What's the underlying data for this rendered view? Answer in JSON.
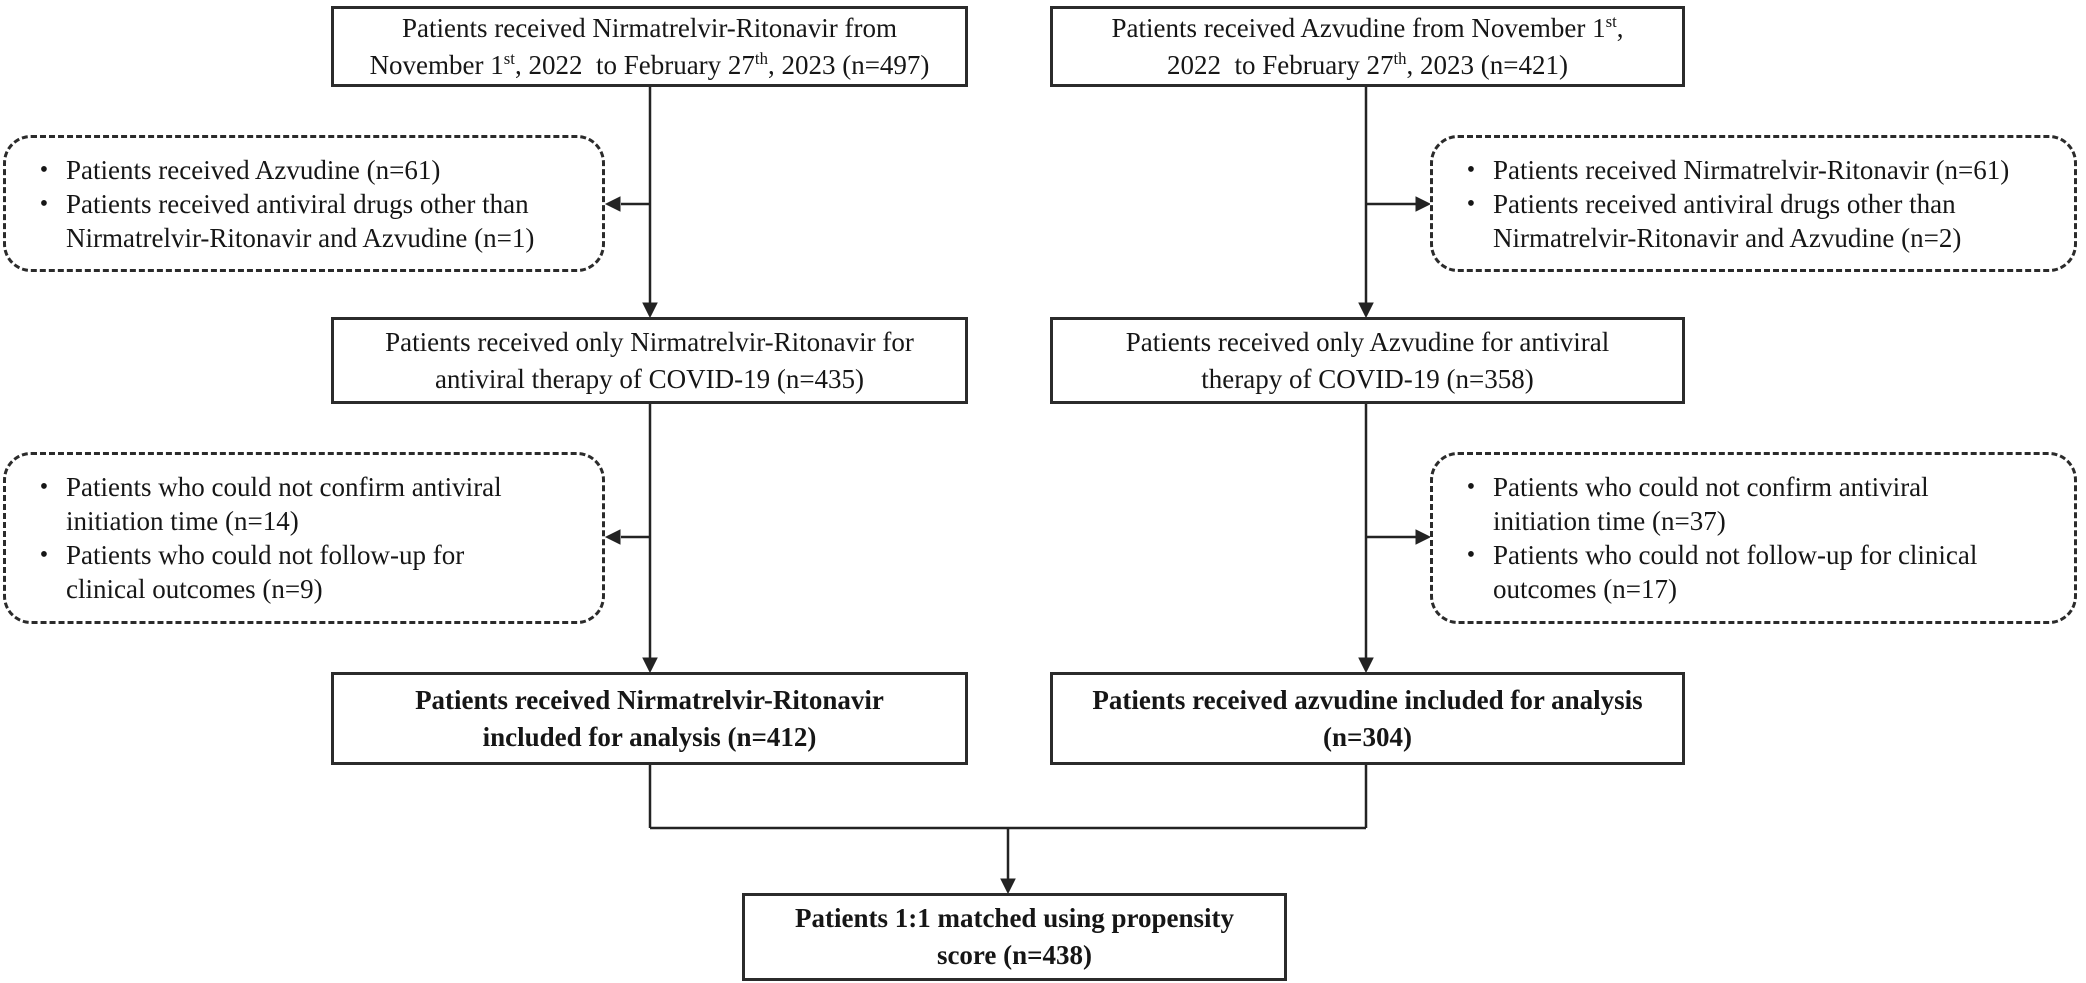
{
  "colors": {
    "ink": "#161616",
    "line": "#232323",
    "background": "#ffffff"
  },
  "bullet_glyph": "•",
  "flowchart": {
    "nirmatrelvir_arm": {
      "enrollment_box": {
        "line1": "Patients received Nirmatrelvir-Ritonavir from",
        "line2_pre": "November 1",
        "line2_sup1": "st",
        "line2_mid": ", 2022  to February 27",
        "line2_sup2": "th",
        "line2_post": ", 2023 (n=497)"
      },
      "exclusion1": {
        "items": [
          {
            "lines": [
              "Patients received Azvudine (n=61)"
            ]
          },
          {
            "lines": [
              "Patients received antiviral drugs other than",
              "Nirmatrelvir-Ritonavir and Azvudine (n=1)"
            ]
          }
        ]
      },
      "only_therapy_box": {
        "line1": "Patients received only Nirmatrelvir-Ritonavir for",
        "line2": "antiviral therapy of COVID-19 (n=435)"
      },
      "exclusion2": {
        "items": [
          {
            "lines": [
              "Patients who could not confirm antiviral",
              "initiation time (n=14)"
            ]
          },
          {
            "lines": [
              "Patients who could not follow-up for",
              "clinical outcomes (n=9)"
            ]
          }
        ]
      },
      "included_box": {
        "line1": "Patients received Nirmatrelvir-Ritonavir",
        "line2": "included for analysis (n=412)"
      }
    },
    "azvudine_arm": {
      "enrollment_box": {
        "line1_pre": "Patients received Azvudine from November 1",
        "line1_sup": "st",
        "line1_post": ",",
        "line2_pre": "2022  to February 27",
        "line2_sup": "th",
        "line2_post": ", 2023 (n=421)"
      },
      "exclusion1": {
        "items": [
          {
            "lines": [
              "Patients received Nirmatrelvir-Ritonavir (n=61)"
            ]
          },
          {
            "lines": [
              "Patients received antiviral drugs other than",
              "Nirmatrelvir-Ritonavir and Azvudine (n=2)"
            ]
          }
        ]
      },
      "only_therapy_box": {
        "line1": "Patients received only Azvudine for antiviral",
        "line2": "therapy of COVID-19 (n=358)"
      },
      "exclusion2": {
        "items": [
          {
            "lines": [
              "Patients who could not confirm antiviral",
              "initiation time (n=37)"
            ]
          },
          {
            "lines": [
              "Patients who could not follow-up for clinical",
              "outcomes (n=17)"
            ]
          }
        ]
      },
      "included_box": {
        "line1": "Patients received azvudine included for analysis",
        "line2": "(n=304)"
      }
    },
    "matched_box": {
      "line1": "Patients 1:1 matched using propensity",
      "line2": "score (n=438)"
    }
  }
}
